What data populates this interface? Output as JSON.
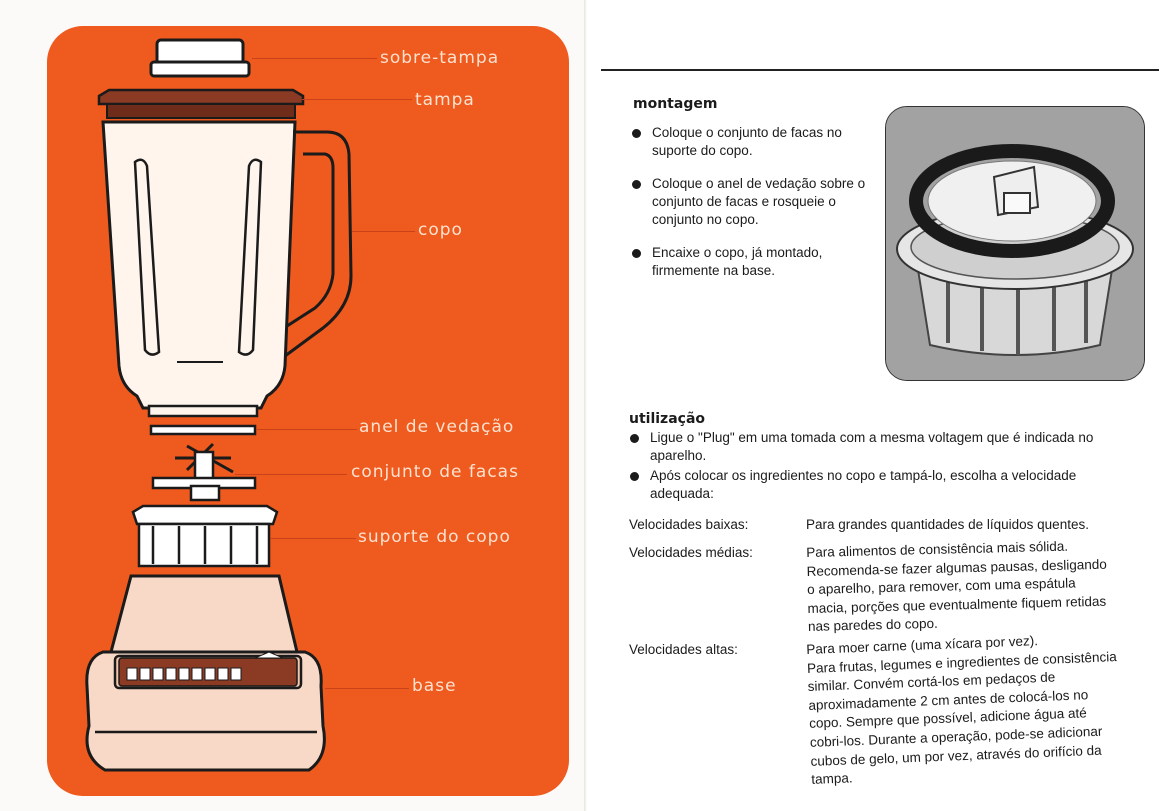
{
  "diagram": {
    "labels": [
      "sobre-tampa",
      "tampa",
      "copo",
      "anel de vedação",
      "conjunto de facas",
      "suporte do copo",
      "base"
    ],
    "colors": {
      "panel": "#ef5a1e",
      "label_text": "#fde2cf",
      "lid": "#8b3a24",
      "base": "#f8d9c7"
    }
  },
  "montagem": {
    "title": "montagem",
    "items": [
      "Coloque o conjunto de facas no suporte do copo.",
      "Coloque o anel de vedação sobre o conjunto de facas e rosqueie o conjunto no copo.",
      "Encaixe o copo, já montado, firmemente na base."
    ]
  },
  "utilizacao": {
    "title": "utilização",
    "items": [
      "Ligue o \"Plug\" em uma tomada com a mesma voltagem que é indicada no aparelho.",
      "Após colocar os ingredientes no copo e tampá-lo, escolha a velocidade adequada:"
    ],
    "speeds": [
      {
        "label": "Velocidades baixas:",
        "lines": [
          "Para grandes quantidades de líquidos quentes."
        ]
      },
      {
        "label": "Velocidades médias:",
        "lines": [
          "Para alimentos de consistência mais sólida.",
          "Recomenda-se fazer algumas pausas, desligando",
          "o aparelho, para remover, com uma espátula",
          "macia, porções que eventualmente fiquem retidas",
          "nas paredes do copo."
        ]
      },
      {
        "label": "Velocidades altas:",
        "lines": [
          "Para moer carne (uma xícara por vez).",
          "Para frutas, legumes e ingredientes de consistência",
          "similar. Convém cortá-los em pedaços de",
          "aproximadamente 2 cm antes de colocá-los no",
          "copo. Sempre que possível, adicione água até",
          "cobri-los. Durante a operação, pode-se adicionar",
          "cubos de gelo, um por vez, através do orifício da",
          "tampa."
        ]
      }
    ]
  }
}
